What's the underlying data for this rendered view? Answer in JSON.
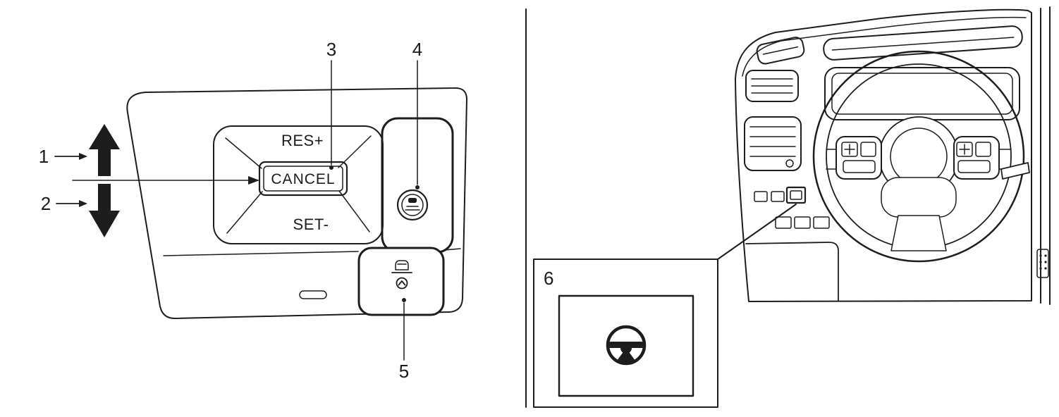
{
  "figure": {
    "type": "vehicle-owner-manual-illustration",
    "colors": {
      "background": "#ffffff",
      "line": "#1d1d1d"
    },
    "callouts": {
      "c1": "1",
      "c2": "2",
      "c3": "3",
      "c4": "4",
      "c5": "5",
      "c6": "6"
    },
    "labels": {
      "res_plus": "RES+",
      "cancel": "CANCEL",
      "set_minus": "SET-"
    },
    "icons": {
      "speed_adjust": "double-vertical-arrow",
      "follow_distance": "car-over-road-icon",
      "propilot_assist": "car-and-chevron-circle-icon",
      "inset_switch": "steering-wheel-icon"
    }
  }
}
